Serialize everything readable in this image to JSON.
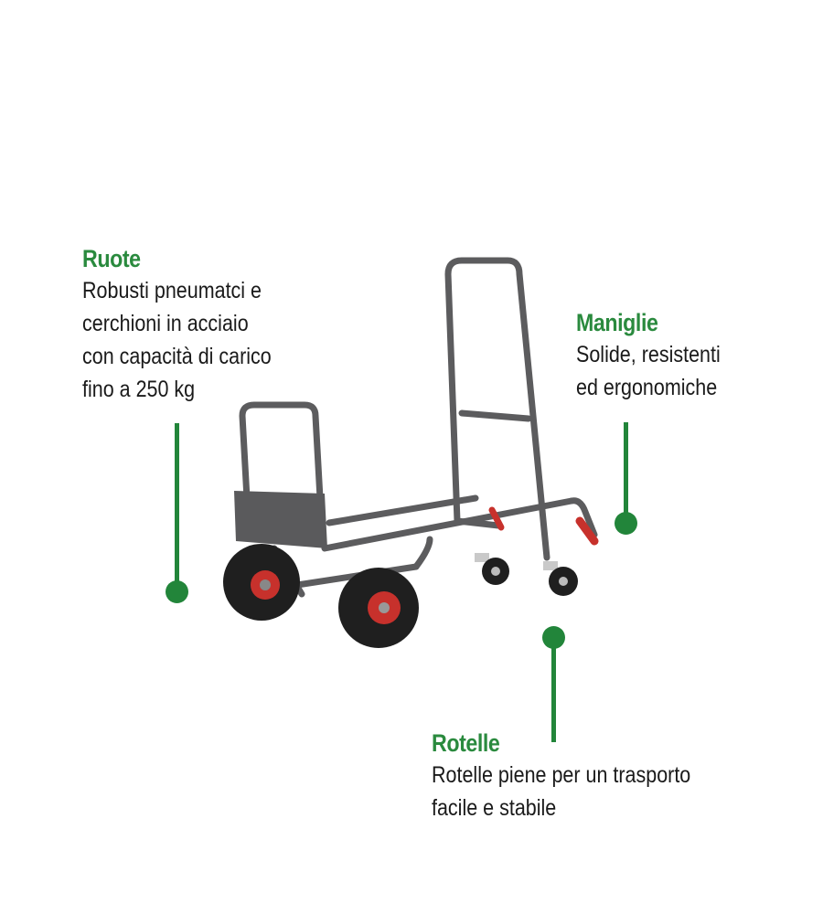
{
  "colors": {
    "accent": "#22853a",
    "title_green": "#2a8a3e",
    "text": "#1a1a1a",
    "frame_gray": "#5c5c5e",
    "wheel_red": "#d0312d"
  },
  "callouts": [
    {
      "id": "ruote",
      "title": "Ruote",
      "lines": [
        "Robusti pneumatci e",
        "cerchioni in acciaio",
        "con capacità di carico",
        "fino a 250 kg"
      ]
    },
    {
      "id": "maniglie",
      "title": "Maniglie",
      "lines": [
        "Solide, resistenti",
        "ed ergonomiche"
      ]
    },
    {
      "id": "rotelle",
      "title": "Rotelle",
      "lines": [
        "Rotelle piene per un trasporto",
        "facile e stabile"
      ]
    }
  ],
  "product": {
    "name": "hand-truck-image"
  }
}
